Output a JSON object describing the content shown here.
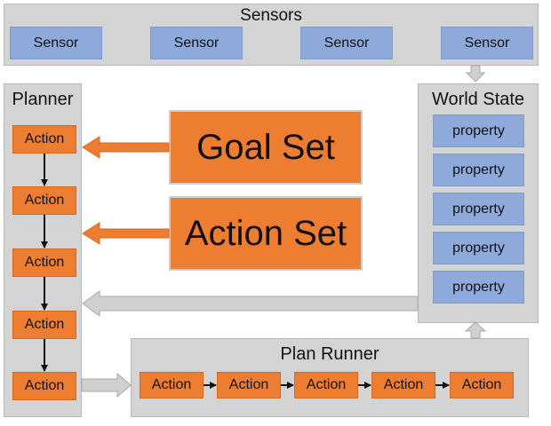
{
  "sensors": {
    "title": "Sensors",
    "items": [
      {
        "label": "Sensor"
      },
      {
        "label": "Sensor"
      },
      {
        "label": "Sensor"
      },
      {
        "label": "Sensor"
      }
    ]
  },
  "planner": {
    "title": "Planner",
    "actions": [
      {
        "label": "Action"
      },
      {
        "label": "Action"
      },
      {
        "label": "Action"
      },
      {
        "label": "Action"
      },
      {
        "label": "Action"
      }
    ]
  },
  "goal_set": {
    "label": "Goal Set"
  },
  "action_set": {
    "label": "Action Set"
  },
  "world_state": {
    "title": "World State",
    "properties": [
      {
        "label": "property"
      },
      {
        "label": "property"
      },
      {
        "label": "property"
      },
      {
        "label": "property"
      },
      {
        "label": "property"
      }
    ]
  },
  "plan_runner": {
    "title": "Plan Runner",
    "actions": [
      {
        "label": "Action"
      },
      {
        "label": "Action"
      },
      {
        "label": "Action"
      },
      {
        "label": "Action"
      },
      {
        "label": "Action"
      }
    ]
  },
  "colors": {
    "panel": "#d4d4d4",
    "sensor_box": "#8eaadb",
    "action_box": "#ed7d31",
    "arrow_orange": "#ed7d31",
    "arrow_gray": "#d0d0d0"
  }
}
